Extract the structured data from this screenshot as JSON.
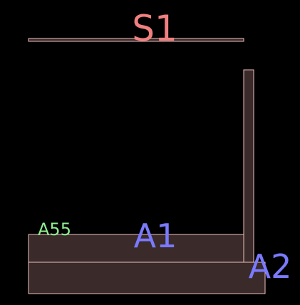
{
  "diagram": {
    "background": "#000000",
    "title": {
      "text": "S1",
      "color": "#f08080"
    },
    "section_line": {
      "fill": "#3a2a2a",
      "stroke": "#f0c0c0"
    },
    "members": {
      "fill": "#3a2a2a",
      "stroke": "#f0c0c0"
    },
    "labels": {
      "a55": {
        "text": "A55",
        "color": "#90ee90"
      },
      "a1": {
        "text": "A1",
        "color": "#7a7aff"
      },
      "a2": {
        "text": "A2",
        "color": "#7a7aff"
      }
    }
  }
}
